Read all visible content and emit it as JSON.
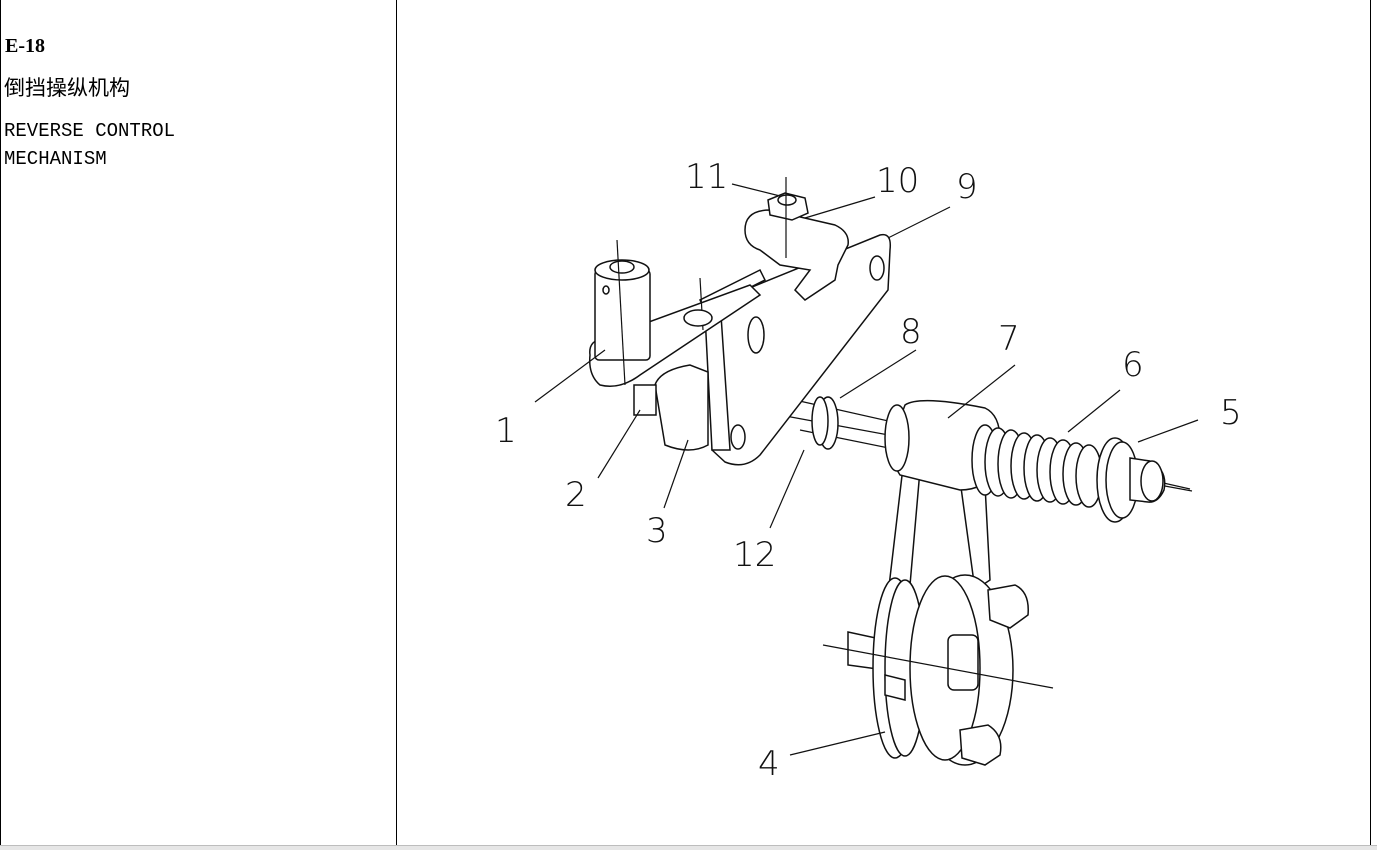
{
  "document": {
    "code": "E-18",
    "title_cn": "倒挡操纵机构",
    "title_en": "REVERSE CONTROL\nMECHANISM"
  },
  "drawing": {
    "callouts": [
      "1",
      "2",
      "3",
      "4",
      "5",
      "6",
      "7",
      "8",
      "9",
      "10",
      "11",
      "12"
    ]
  }
}
